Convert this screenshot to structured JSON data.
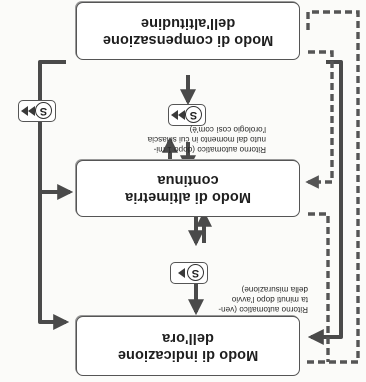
{
  "modes": {
    "time_display": "Modo di indicazione\ndell'ora",
    "altimeter": "Modo di altimetria\ncontinua",
    "altitude_compensation": "Modo di compensazione\ndell'altitudine"
  },
  "keys": {
    "symbol": "S",
    "hint_single": "single-arrow",
    "hint_double": "double-arrow"
  },
  "notes": {
    "altimeter_return": "Ritorno automatico (dopo 1 mi-\nnuto dal momento in cui si lascia\nl'orologio così com'è)",
    "time_return": "Ritorno automatico (ven-\nta minuti dopo l'avvio\ndella misurazione)"
  }
}
